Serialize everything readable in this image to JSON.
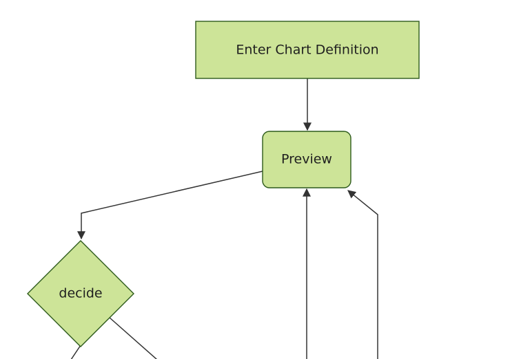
{
  "diagram": {
    "type": "flowchart",
    "orientation": "top-down",
    "colors": {
      "node_fill": "#cde498",
      "node_border": "#2d5a1b",
      "edge": "#333333",
      "label_text": "#1f1f1f",
      "background": "#ffffff"
    },
    "nodes": [
      {
        "id": "enter-chart-definition",
        "shape": "rectangle",
        "label": "Enter Chart Definition"
      },
      {
        "id": "preview",
        "shape": "rounded-rectangle",
        "label": "Preview"
      },
      {
        "id": "decide",
        "shape": "diamond",
        "label": "decide"
      }
    ],
    "edges": [
      {
        "from": "enter-chart-definition",
        "to": "preview",
        "arrowhead": true
      },
      {
        "from": "preview",
        "to": "decide",
        "arrowhead": true
      },
      {
        "from": "offscreen-bottom",
        "to": "preview",
        "arrowhead": true
      },
      {
        "from": "offscreen-bottom-right",
        "to": "preview",
        "arrowhead": true
      },
      {
        "from": "decide",
        "to": "offscreen-bottom-left",
        "arrowhead": false
      },
      {
        "from": "decide",
        "to": "offscreen-bottom-right",
        "arrowhead": false
      }
    ]
  }
}
